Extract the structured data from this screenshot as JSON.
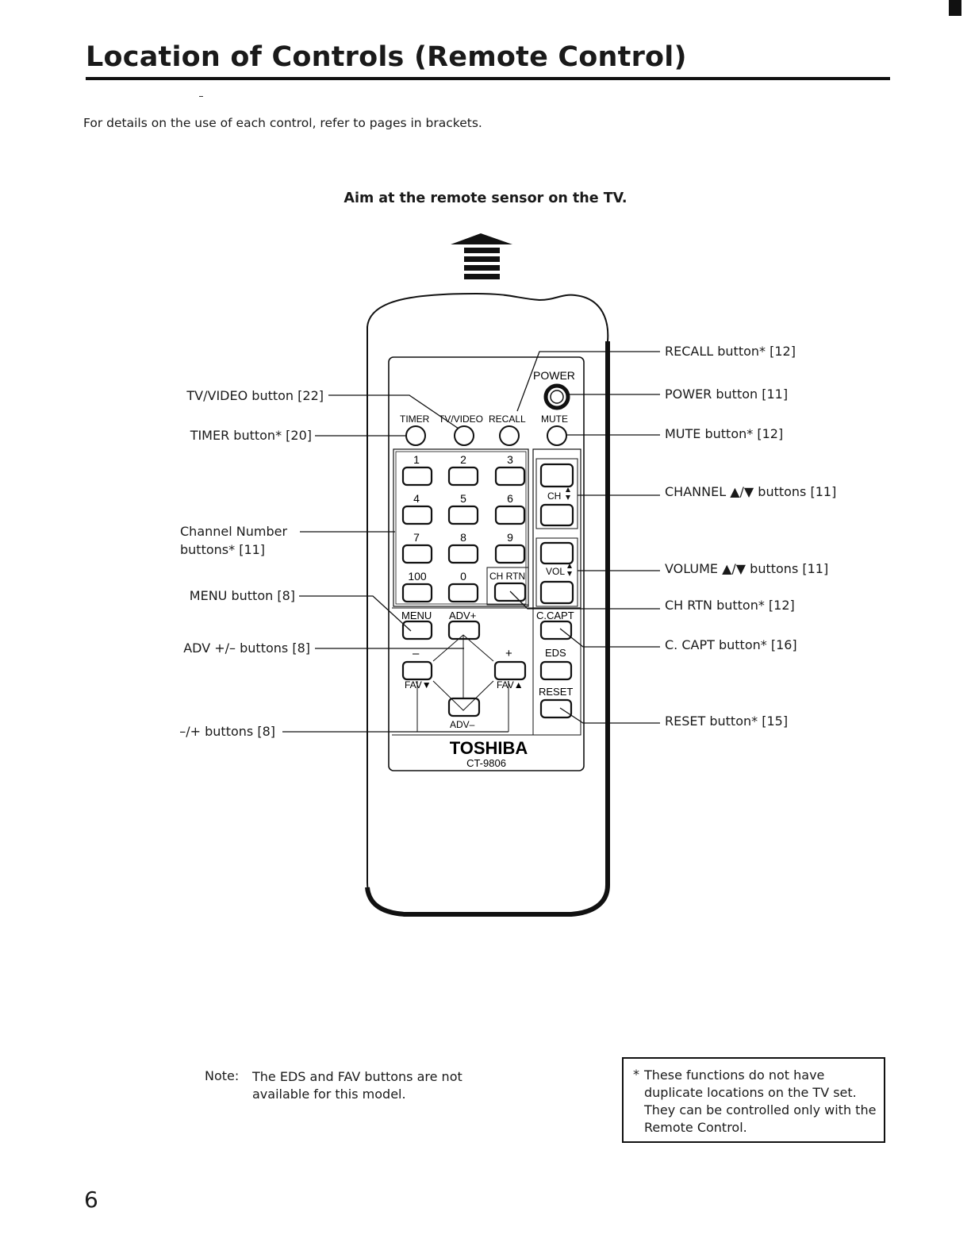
{
  "page": {
    "title": "Location of Controls (Remote Control)",
    "intro": "For details on the use of each control, refer to pages in brackets.",
    "aim_caption": "Aim at the remote sensor on the TV.",
    "page_number": "6"
  },
  "callouts_left": {
    "tv_video": "TV/VIDEO button [22]",
    "timer": "TIMER button* [20]",
    "channel_number_1": "Channel Number",
    "channel_number_2": "buttons* [11]",
    "menu": "MENU button [8]",
    "adv": "ADV +/– buttons [8]",
    "minus_plus": "–/+ buttons [8]"
  },
  "callouts_right": {
    "recall": "RECALL button* [12]",
    "power": "POWER button [11]",
    "mute": "MUTE button* [12]",
    "channel": "CHANNEL ▲/▼ buttons [11]",
    "volume": "VOLUME ▲/▼ buttons [11]",
    "ch_rtn": "CH RTN button* [12]",
    "c_capt": "C. CAPT button* [16]",
    "reset": "RESET button* [15]"
  },
  "remote": {
    "power": "POWER",
    "timer": "TIMER",
    "tv_video": "TV/VIDEO",
    "recall": "RECALL",
    "mute": "MUTE",
    "digits": [
      "1",
      "2",
      "3",
      "4",
      "5",
      "6",
      "7",
      "8",
      "9",
      "100",
      "0"
    ],
    "ch_rtn": "CH RTN",
    "ch": "CH",
    "vol": "VOL",
    "menu": "MENU",
    "adv_plus": "ADV+",
    "adv_minus": "ADV–",
    "c_capt": "C.CAPT",
    "eds": "EDS",
    "reset": "RESET",
    "minus": "–",
    "plus": "+",
    "fav_down": "FAV▼",
    "fav_up": "FAV▲",
    "brand": "TOSHIBA",
    "model": "CT-9806"
  },
  "note": {
    "label": "Note:",
    "text": "The EDS and FAV buttons are not available for this model."
  },
  "footnote": {
    "star": "*",
    "text": "These functions do not have duplicate locations on the TV set. They can be controlled only with the Remote Control."
  }
}
